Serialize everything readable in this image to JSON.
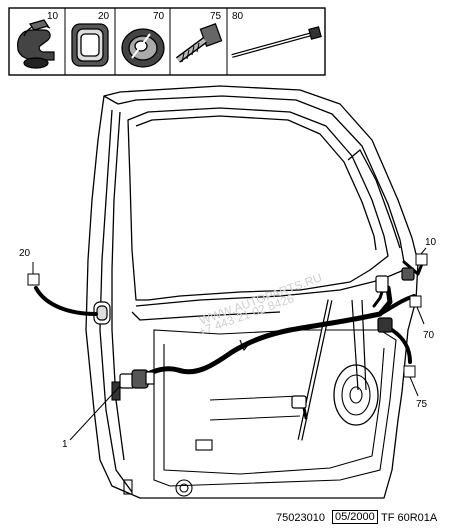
{
  "legend": {
    "parts": [
      {
        "number": "10",
        "icon": "wire-clip-icon"
      },
      {
        "number": "20",
        "icon": "rubber-grommet-icon"
      },
      {
        "number": "70",
        "icon": "round-grommet-icon"
      },
      {
        "number": "75",
        "icon": "screw-clip-icon"
      },
      {
        "number": "80",
        "icon": "cable-tie-icon"
      }
    ]
  },
  "callouts": {
    "left_grommet": "20",
    "top_right_clip": "10",
    "right_grommet": "70",
    "bottom_right_clip": "75",
    "harness": "1"
  },
  "watermark": {
    "line1": "WWW.AUTOPARTS.RU",
    "line2": "+7 443 21 02 8426"
  },
  "footer": {
    "drawing_number": "75023010",
    "date": "05/2000",
    "reference": "TF 60R01A"
  }
}
